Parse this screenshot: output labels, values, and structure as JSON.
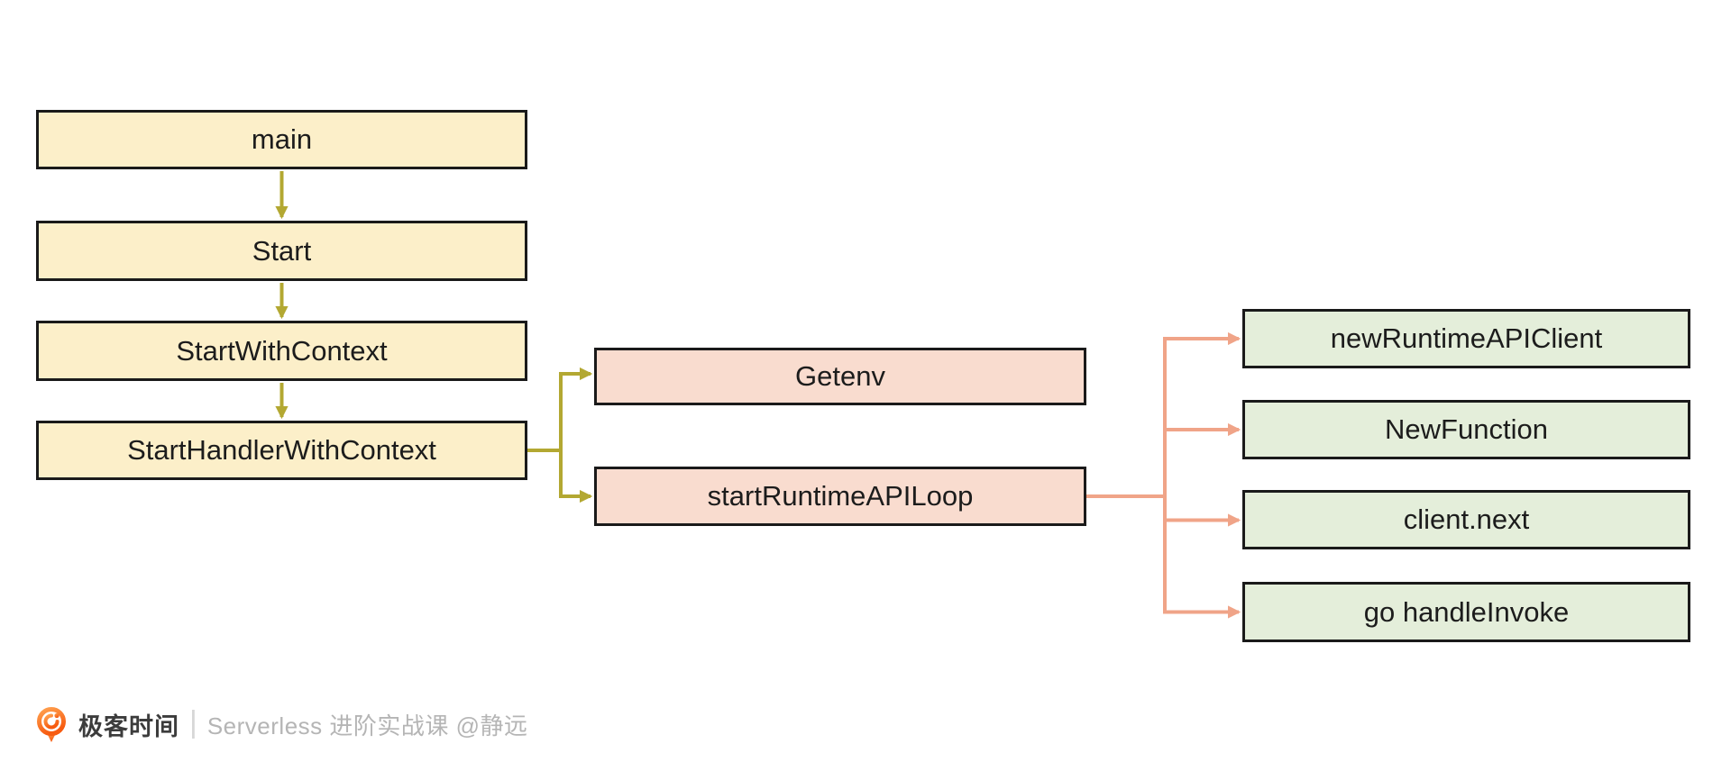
{
  "colors": {
    "canvas-bg": "#ffffff",
    "box-yellow": "#fcefc9",
    "box-pink": "#f9dccf",
    "box-green": "#e4eeda",
    "node-border": "#1a1a1a",
    "arrow-olive": "#b3a832",
    "arrow-salmon": "#f0a488",
    "brand-color": "#3c3c3c",
    "muted-color": "#b5b5b5",
    "logo-orange": "#f86a0a"
  },
  "diagram": {
    "left_column": [
      {
        "label": "main"
      },
      {
        "label": "Start"
      },
      {
        "label": "StartWithContext"
      },
      {
        "label": "StartHandlerWithContext"
      }
    ],
    "middle_column": [
      {
        "label": "Getenv"
      },
      {
        "label": "startRuntimeAPILoop"
      }
    ],
    "right_column": [
      {
        "label": "newRuntimeAPIClient"
      },
      {
        "label": "NewFunction"
      },
      {
        "label": "client.next"
      },
      {
        "label": "go handleInvoke"
      }
    ],
    "edges": [
      {
        "from": "main",
        "to": "Start",
        "color": "olive"
      },
      {
        "from": "Start",
        "to": "StartWithContext",
        "color": "olive"
      },
      {
        "from": "StartWithContext",
        "to": "StartHandlerWithContext",
        "color": "olive"
      },
      {
        "from": "StartHandlerWithContext",
        "to": "Getenv",
        "color": "olive"
      },
      {
        "from": "StartHandlerWithContext",
        "to": "startRuntimeAPILoop",
        "color": "olive"
      },
      {
        "from": "startRuntimeAPILoop",
        "to": "newRuntimeAPIClient",
        "color": "salmon"
      },
      {
        "from": "startRuntimeAPILoop",
        "to": "NewFunction",
        "color": "salmon"
      },
      {
        "from": "startRuntimeAPILoop",
        "to": "client.next",
        "color": "salmon"
      },
      {
        "from": "startRuntimeAPILoop",
        "to": "go handleInvoke",
        "color": "salmon"
      }
    ]
  },
  "footer": {
    "brand": "极客时间",
    "separator": "|",
    "caption": "Serverless 进阶实战课 @静远"
  }
}
